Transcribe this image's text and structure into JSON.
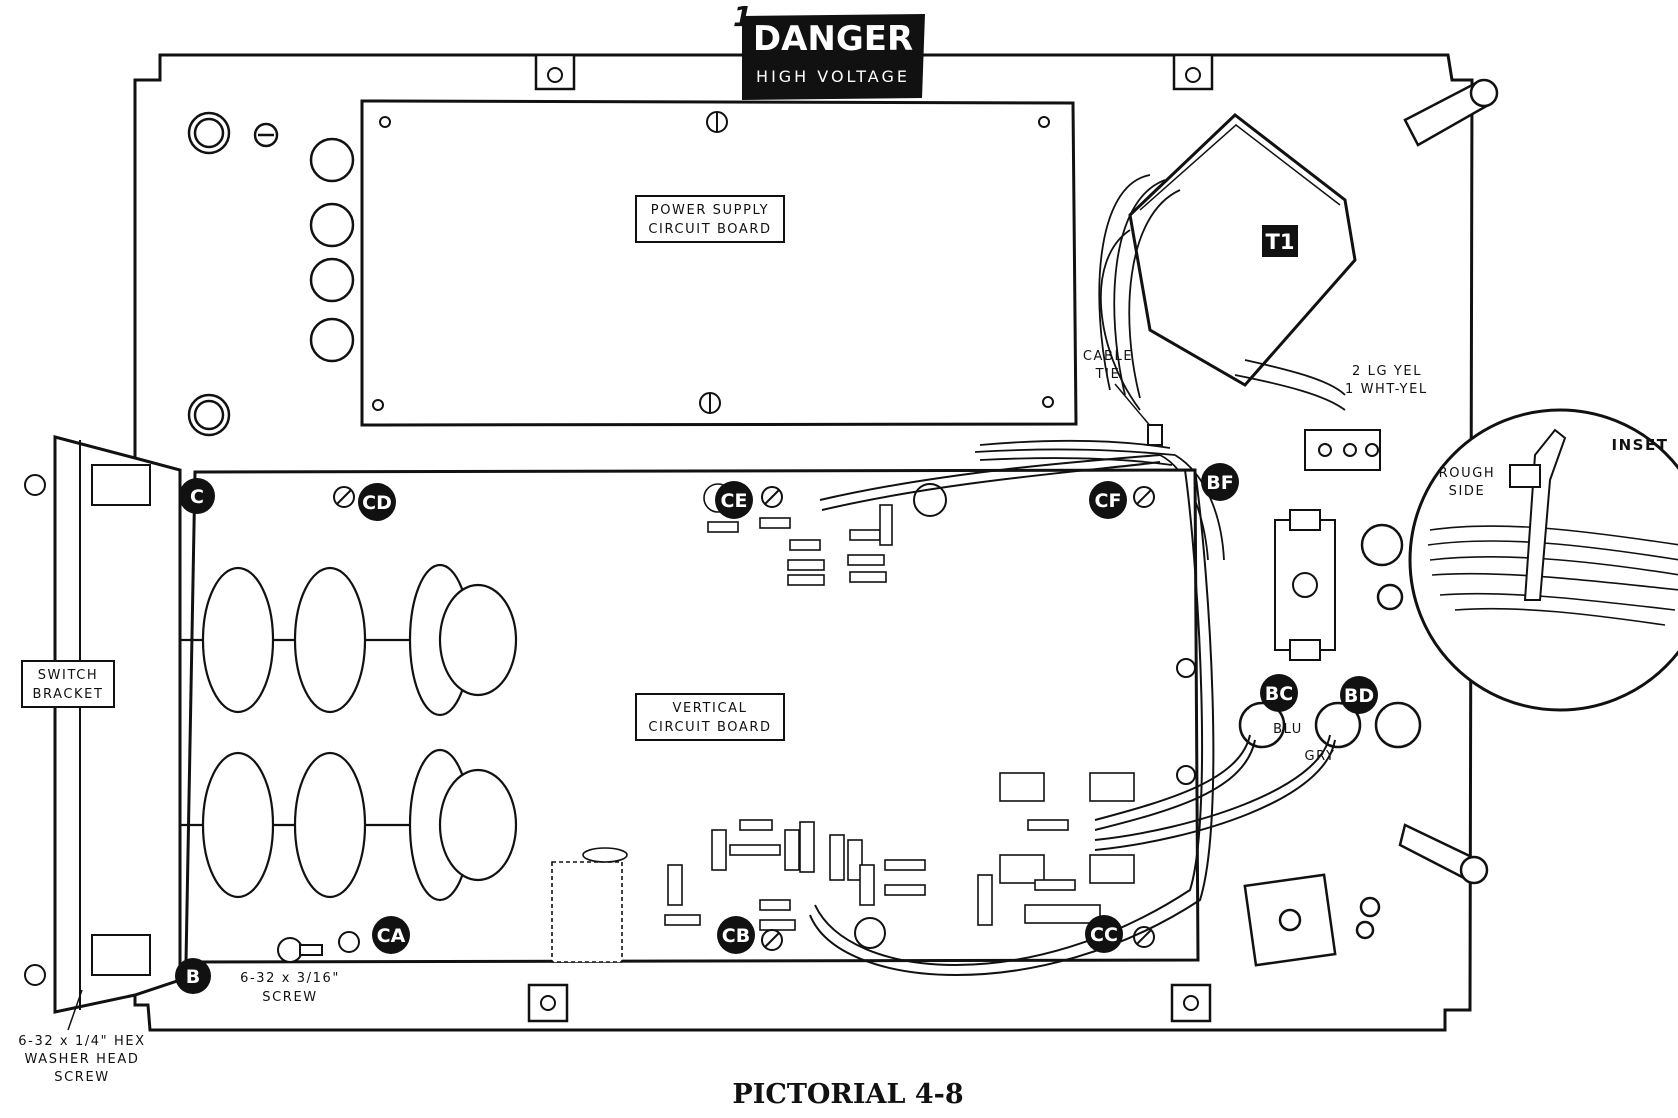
{
  "danger_sign": {
    "title": "DANGER",
    "subtitle": "HIGH VOLTAGE",
    "step_mark": "1"
  },
  "boards": {
    "power_supply": [
      "POWER SUPPLY",
      "CIRCUIT BOARD"
    ],
    "vertical": [
      "VERTICAL",
      "CIRCUIT BOARD"
    ],
    "switch_bracket": [
      "SWITCH",
      "BRACKET"
    ]
  },
  "transformer_label": "T1",
  "callouts": {
    "cable_tie": [
      "CABLE",
      "TIE"
    ],
    "wires_yellow": [
      "2 LG YEL",
      "1 WHT-YEL"
    ],
    "inset_title": "INSET",
    "rough_side": [
      "ROUGH",
      "SIDE"
    ],
    "screw_small": [
      "6-32 x 3/16\"",
      "SCREW"
    ],
    "screw_hex": [
      "6-32 x 1/4\" HEX",
      "WASHER HEAD",
      "SCREW"
    ],
    "wire_blu": "BLU",
    "wire_gry": "GRY"
  },
  "connection_points": [
    "C",
    "CD",
    "CE",
    "CF",
    "BF",
    "BC",
    "BD",
    "CA",
    "CB",
    "CC",
    "B"
  ],
  "caption": "PICTORIAL 4-8"
}
